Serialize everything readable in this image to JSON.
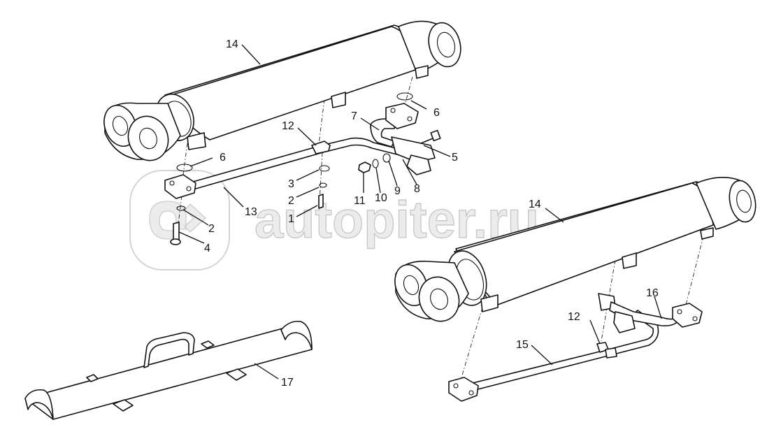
{
  "watermark": {
    "text": "autopiter.ru"
  },
  "callouts": {
    "c1": "1",
    "c2a": "2",
    "c2b": "2",
    "c3": "3",
    "c4": "4",
    "c5": "5",
    "c6a": "6",
    "c6b": "6",
    "c7": "7",
    "c8": "8",
    "c9": "9",
    "c10": "10",
    "c11": "11",
    "c12a": "12",
    "c12b": "12",
    "c13": "13",
    "c14a": "14",
    "c14b": "14",
    "c15": "15",
    "c16": "16",
    "c17": "17"
  }
}
